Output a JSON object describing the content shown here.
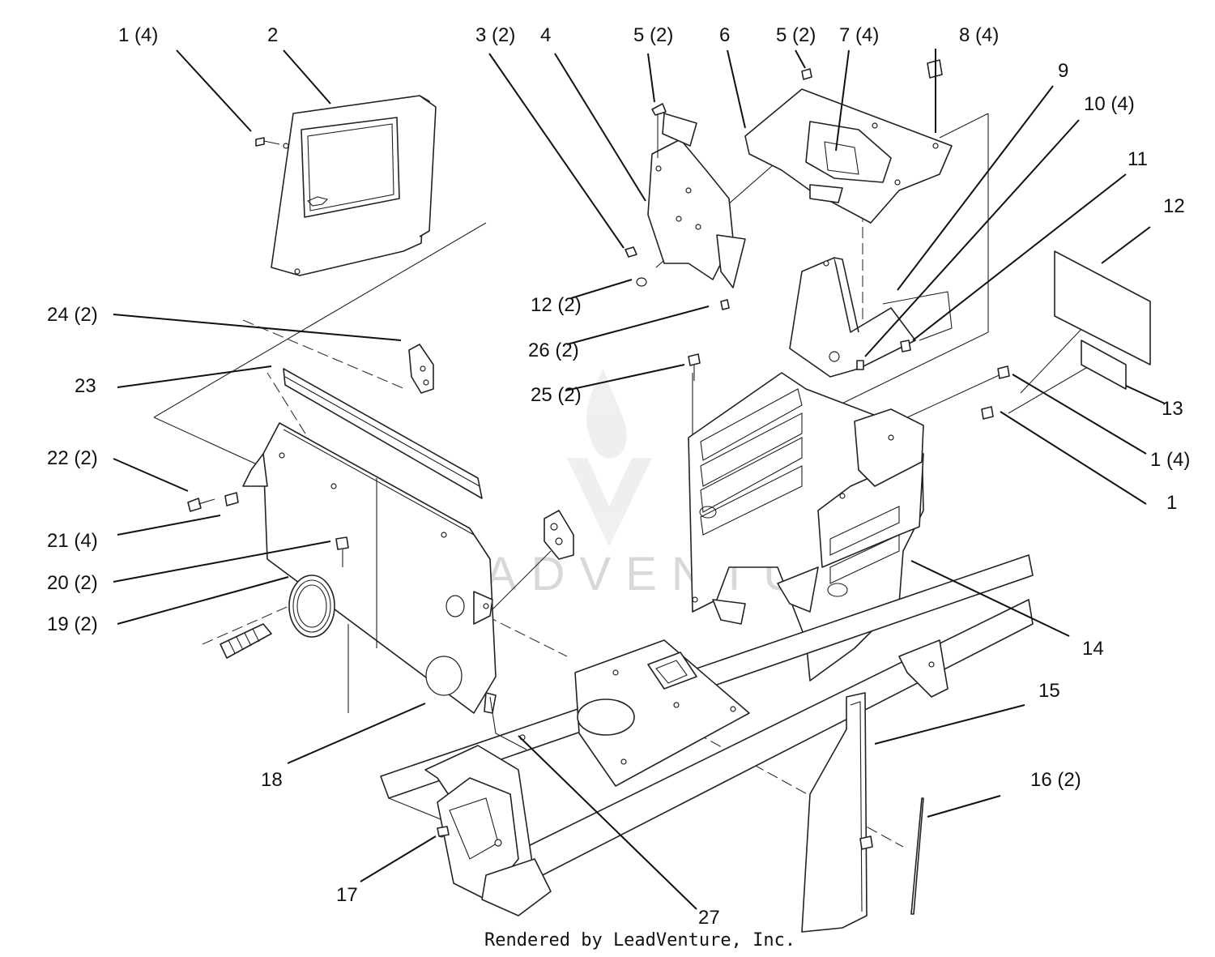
{
  "diagram": {
    "credit": "Rendered by LeadVenture, Inc.",
    "watermark": "LEADVENTURE",
    "callouts": [
      "1 (4)",
      "2",
      "3 (2)",
      "4",
      "5 (2)",
      "6",
      "5 (2)",
      "7 (4)",
      "8 (4)",
      "9",
      "10 (4)",
      "11",
      "12",
      "12 (2)",
      "26 (2)",
      "25 (2)",
      "24 (2)",
      "23",
      "22 (2)",
      "21 (4)",
      "20 (2)",
      "19 (2)",
      "13",
      "1 (4)",
      "1",
      "14",
      "15",
      "16 (2)",
      "18",
      "17",
      "27"
    ]
  }
}
